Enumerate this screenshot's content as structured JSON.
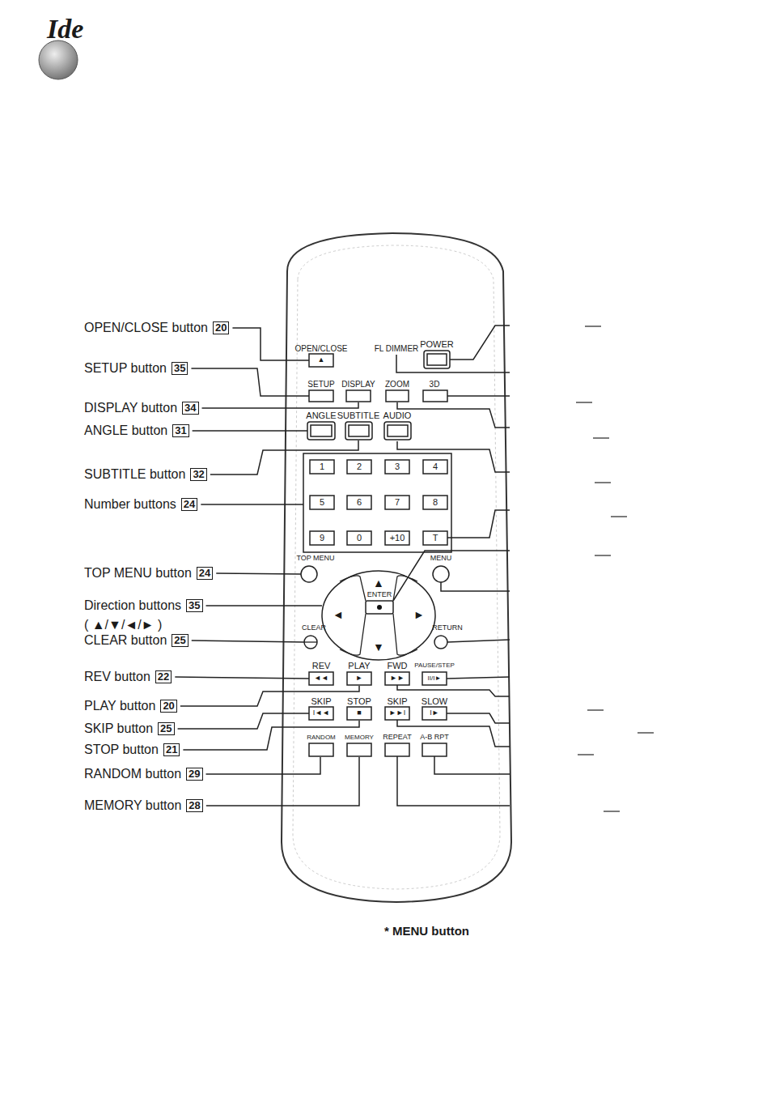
{
  "diagram": {
    "labels": [
      "Ide",
      "OPEN/CLOSE button",
      "20",
      "SETUP button",
      "35",
      "DISPLAY button",
      "34",
      "ANGLE button",
      "31",
      "SUBTITLE button",
      "32",
      "Number buttons",
      "24",
      "TOP MENU button",
      "24",
      "Direction buttons",
      "35",
      "( ▲/▼/◄/► )",
      "CLEAR button",
      "25",
      "REV button",
      "22",
      "PLAY button",
      "20",
      "SKIP button",
      "25",
      "STOP button",
      "21",
      "RANDOM button",
      "29",
      "MEMORY button",
      "28",
      "OPEN/CLOSE",
      "FL DIMMER",
      "POWER",
      "SETUP",
      "DISPLAY",
      "ZOOM",
      "3D",
      "ANGLE",
      "SUBTITLE",
      "AUDIO",
      "1",
      "2",
      "3",
      "4",
      "5",
      "6",
      "7",
      "8",
      "9",
      "0",
      "+10",
      "T",
      "TOP MENU",
      "MENU",
      "ENTER",
      "▲",
      "▼",
      "◄",
      "►",
      "CLEAR",
      "RETURN",
      "REV",
      "PLAY",
      "FWD",
      "PAUSE/STEP",
      "SKIP",
      "STOP",
      "SKIP",
      "SLOW",
      "RANDOM",
      "MEMORY",
      "REPEAT",
      "A-B RPT",
      "▲",
      "◄◄",
      "►",
      "►►",
      "II/I►",
      "I◄◄",
      "■",
      "►►I",
      "I►",
      "* MENU button"
    ]
  }
}
